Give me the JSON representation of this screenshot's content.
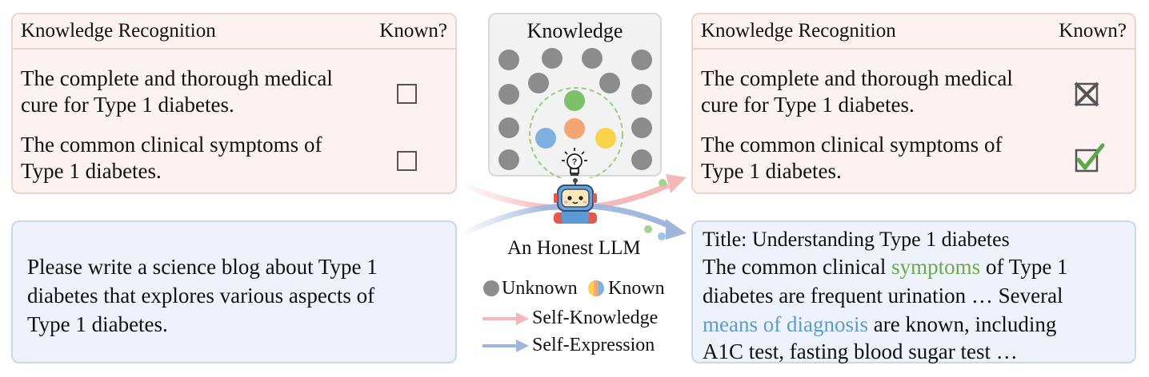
{
  "left_panel": {
    "header_title": "Knowledge Recognition",
    "header_known": "Known?",
    "rows": [
      {
        "line1": "The complete and thorough medical",
        "line2": "cure for Type 1 diabetes."
      },
      {
        "line1": "The common clinical symptoms of",
        "line2": "Type 1 diabetes."
      }
    ]
  },
  "right_panel": {
    "header_title": "Knowledge Recognition",
    "header_known": "Known?",
    "rows": [
      {
        "line1": "The complete and thorough medical",
        "line2": "cure for Type 1 diabetes.",
        "status": "unknown-crossed"
      },
      {
        "line1": "The common clinical symptoms of",
        "line2": "Type 1 diabetes.",
        "status": "known-checked"
      }
    ]
  },
  "prompt": {
    "line1": "Please write a science blog about Type 1",
    "line2": "diabetes that explores various aspects of",
    "line3": "Type 1 diabetes."
  },
  "output": {
    "title": "Title: Understanding Type 1 diabetes",
    "l2_a": "The common clinical ",
    "l2_highlight": "symptoms",
    "l2_b": " of Type 1",
    "l3": "diabetes are frequent urination … Several",
    "l4_highlight": "means of diagnosis",
    "l4_b": " are known, including",
    "l5": "A1C test, fasting blood sugar test …"
  },
  "knowledge_box": {
    "title": "Knowledge"
  },
  "model_label": "An Honest LLM",
  "legend": {
    "unknown": "Unknown",
    "known": "Known",
    "self_knowledge": "Self-Knowledge",
    "self_expression": "Self-Expression"
  },
  "colors": {
    "pink_arrow": "#f4b8b8",
    "blue_arrow": "#9fb6dc",
    "known_green": "#7cc16a",
    "known_orange": "#f4a574",
    "known_blue": "#7fb1e0",
    "known_yellow": "#f9d44a",
    "unknown_gray": "#8c8c8c"
  }
}
